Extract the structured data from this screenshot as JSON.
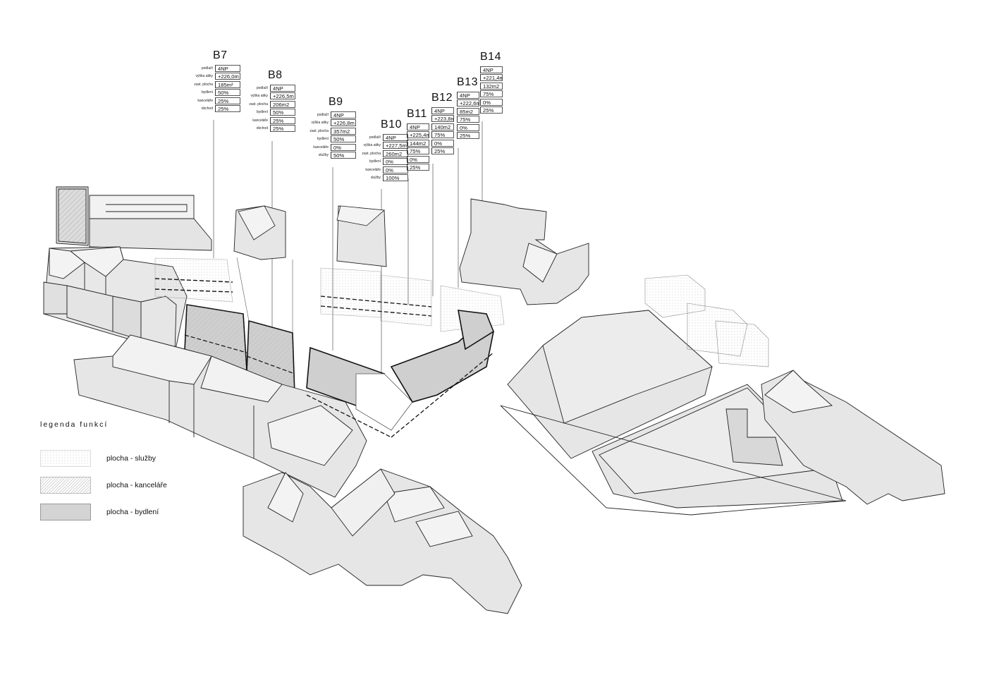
{
  "blocks": [
    {
      "id": "B7",
      "labels": true,
      "rows": [
        [
          "podlaží",
          "4NP"
        ],
        [
          "výška atiky",
          "+226,0m"
        ],
        [
          "zast. plocha",
          "185m²"
        ],
        [
          "bydlení",
          "50%"
        ],
        [
          "kanceláře",
          "25%"
        ],
        [
          "obchod",
          "25%"
        ]
      ]
    },
    {
      "id": "B8",
      "labels": true,
      "rows": [
        [
          "podlaží",
          "4NP"
        ],
        [
          "výška atiky",
          "+226,5m"
        ],
        [
          "zast. plocha",
          "206m2"
        ],
        [
          "bydlení",
          "50%"
        ],
        [
          "kanceláře",
          "25%"
        ],
        [
          "obchod",
          "25%"
        ]
      ]
    },
    {
      "id": "B9",
      "labels": true,
      "rows": [
        [
          "podlaží",
          "4NP"
        ],
        [
          "výška atiky",
          "+226,8m"
        ],
        [
          "zast. plocha",
          "357m2"
        ],
        [
          "bydlení",
          "50%"
        ],
        [
          "kanceláře",
          "0%"
        ],
        [
          "služby",
          "50%"
        ]
      ]
    },
    {
      "id": "B10",
      "labels": true,
      "rows": [
        [
          "podlaží",
          "4NP"
        ],
        [
          "výška atiky",
          "+227,5m"
        ],
        [
          "zast. plocha",
          "260m2"
        ],
        [
          "bydlení",
          "0%"
        ],
        [
          "kanceláře",
          "0%"
        ],
        [
          "služby",
          "100%"
        ]
      ]
    },
    {
      "id": "B11",
      "labels": false,
      "rows": [
        [
          "",
          "4NP"
        ],
        [
          "",
          "+225,4m"
        ],
        [
          "",
          "144m2"
        ],
        [
          "",
          "75%"
        ],
        [
          "",
          "0%"
        ],
        [
          "",
          "25%"
        ]
      ]
    },
    {
      "id": "B12",
      "labels": false,
      "rows": [
        [
          "",
          "4NP"
        ],
        [
          "",
          "+223,8m"
        ],
        [
          "",
          "140m2"
        ],
        [
          "",
          "75%"
        ],
        [
          "",
          "0%"
        ],
        [
          "",
          "25%"
        ]
      ]
    },
    {
      "id": "B13",
      "labels": false,
      "rows": [
        [
          "",
          "4NP"
        ],
        [
          "",
          "+222,6m"
        ],
        [
          "",
          "85m2"
        ],
        [
          "",
          "75%"
        ],
        [
          "",
          "0%"
        ],
        [
          "",
          "25%"
        ]
      ]
    },
    {
      "id": "B14",
      "labels": false,
      "rows": [
        [
          "",
          "4NP"
        ],
        [
          "",
          "+221,4m"
        ],
        [
          "",
          "132m2"
        ],
        [
          "",
          "75%"
        ],
        [
          "",
          "0%"
        ],
        [
          "",
          "25%"
        ]
      ]
    }
  ],
  "legend": {
    "title": "legenda funkcí",
    "items": [
      {
        "label": "plocha - služby",
        "pattern": "sluzby"
      },
      {
        "label": "plocha - kanceláře",
        "pattern": "kancelare"
      },
      {
        "label": "plocha - bydlení",
        "pattern": "bydleni"
      }
    ]
  },
  "colors": {
    "existing_fill": "#e6e6e6",
    "roof_fill": "#f0f0f0",
    "residential_fill": "#cfcfcf",
    "line": "#222222"
  }
}
